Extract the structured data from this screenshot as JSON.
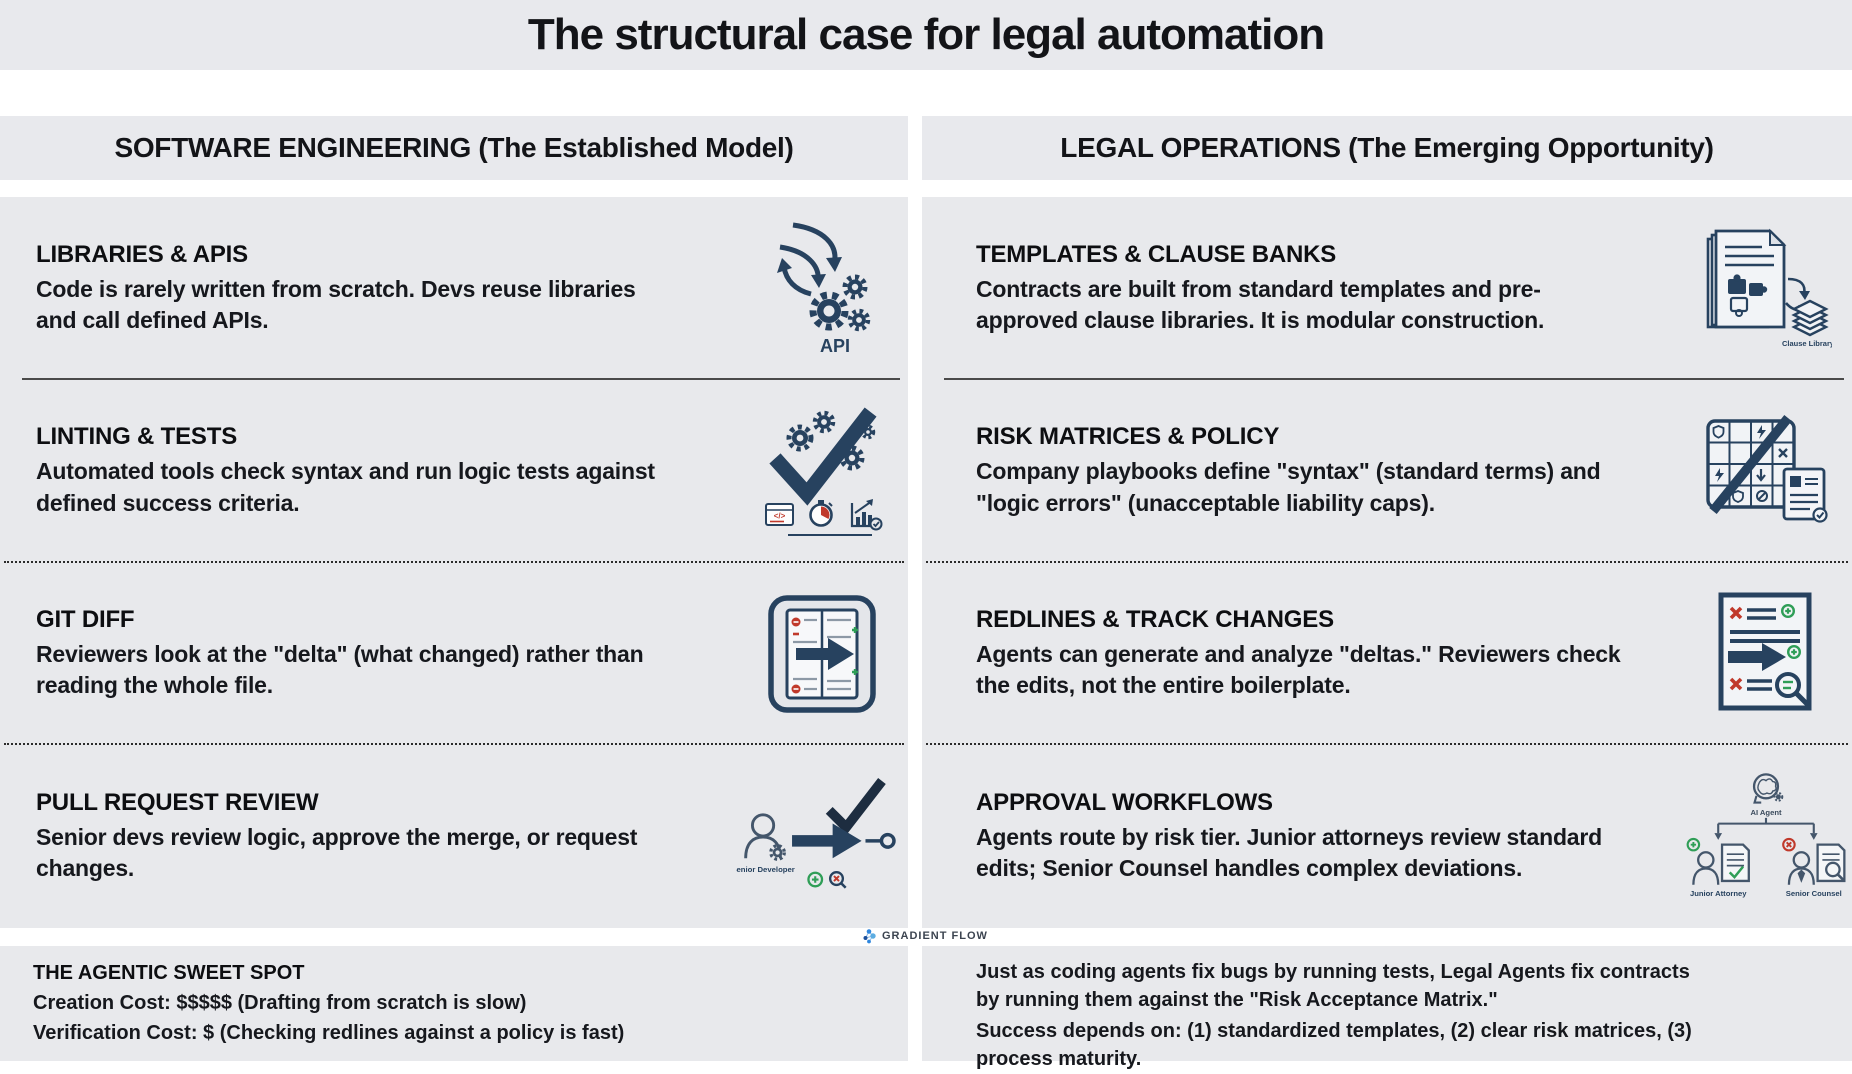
{
  "title": "The structural case for legal automation",
  "brand": {
    "logo_text": "GRADIENT FLOW"
  },
  "colors": {
    "panel_bg": "#e8e9ec",
    "header_bg": "#e8e9ed",
    "navy": "#27425f",
    "slate": "#44566b",
    "red": "#c0392b",
    "green": "#2f9e57",
    "text": "#16181d"
  },
  "columns": [
    {
      "header": "SOFTWARE ENGINEERING (The Established Model)",
      "rows": [
        {
          "heading": "LIBRARIES & APIS",
          "body": "Code is rarely written from scratch. Devs reuse libraries and call defined APIs.",
          "icon": "api-icon",
          "icon_label": "API"
        },
        {
          "heading": "LINTING & TESTS",
          "body": "Automated tools check syntax and run logic tests against defined success criteria.",
          "icon": "lint-tests-icon",
          "icon_glyph": "</>"
        },
        {
          "heading": "GIT DIFF",
          "body": "Reviewers look at the \"delta\" (what changed) rather than reading the whole file.",
          "icon": "git-diff-icon"
        },
        {
          "heading": "PULL REQUEST REVIEW",
          "body": "Senior devs review logic, approve the merge, or request changes.",
          "icon": "pull-request-icon",
          "icon_label": "Senior Developer"
        }
      ],
      "footer": {
        "heading": "THE AGENTIC SWEET SPOT",
        "lines": [
          "Creation Cost: $$$$$ (Drafting from scratch is slow)",
          "Verification Cost: $ (Checking redlines against a policy is fast)"
        ]
      }
    },
    {
      "header": "LEGAL OPERATIONS (The Emerging Opportunity)",
      "rows": [
        {
          "heading": "TEMPLATES & CLAUSE BANKS",
          "body": "Contracts are built from standard templates and pre-approved clause libraries. It is modular construction.",
          "icon": "clause-bank-icon",
          "icon_label": "Clause Library"
        },
        {
          "heading": "RISK MATRICES & POLICY",
          "body": "Company playbooks define \"syntax\" (standard terms) and \"logic errors\" (unacceptable liability caps).",
          "icon": "risk-matrix-icon"
        },
        {
          "heading": "REDLINES & TRACK CHANGES",
          "body": "Agents can generate and analyze \"deltas.\" Reviewers check the edits, not the entire boilerplate.",
          "icon": "redlines-icon"
        },
        {
          "heading": "APPROVAL WORKFLOWS",
          "body": "Agents route by risk tier. Junior attorneys review standard edits; Senior Counsel handles complex deviations.",
          "icon": "approval-workflow-icon",
          "icon_labels": {
            "top": "AI Agent",
            "left": "Junior Attorney",
            "right": "Senior Counsel"
          }
        }
      ],
      "footer": {
        "lines": [
          "Just as coding agents fix bugs by running tests, Legal Agents fix contracts by running them against the \"Risk Acceptance Matrix.\"",
          "Success depends on: (1) standardized templates, (2) clear risk matrices, (3) process maturity."
        ]
      }
    }
  ]
}
